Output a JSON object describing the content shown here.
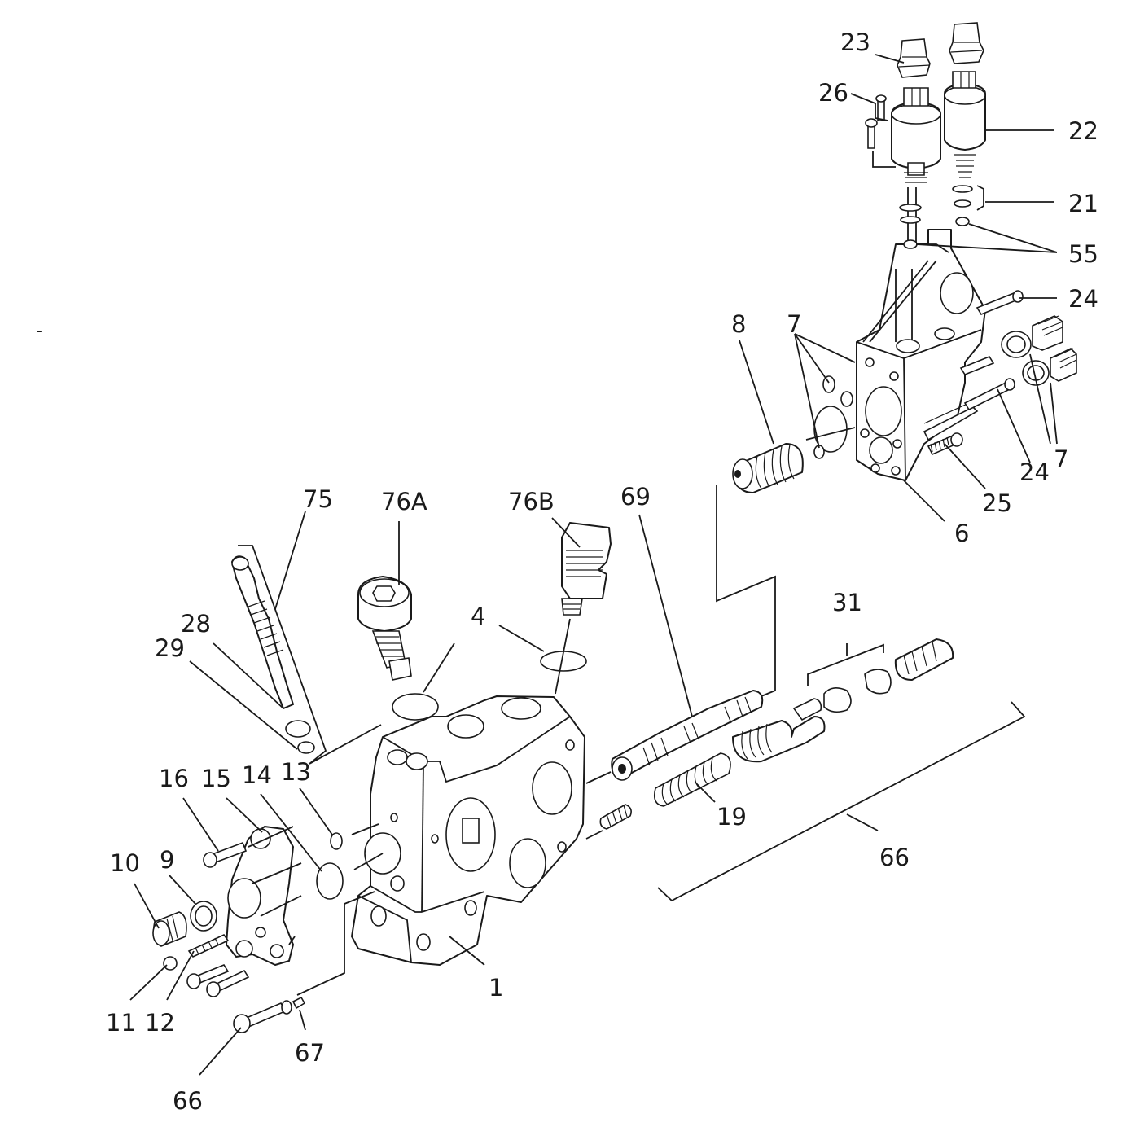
{
  "stray_mark": "-",
  "labels": {
    "l1": "1",
    "l4": "4",
    "l6": "6",
    "l7a": "7",
    "l7b": "7",
    "l8": "8",
    "l9": "9",
    "l10": "10",
    "l11": "11",
    "l12": "12",
    "l13": "13",
    "l14": "14",
    "l15": "15",
    "l16": "16",
    "l19": "19",
    "l21": "21",
    "l22": "22",
    "l23": "23",
    "l24a": "24",
    "l24b": "24",
    "l25": "25",
    "l26": "26",
    "l28": "28",
    "l29": "29",
    "l31": "31",
    "l55": "55",
    "l66a": "66",
    "l66b": "66",
    "l67": "67",
    "l69": "69",
    "l75": "75",
    "l76a": "76A",
    "l76b": "76B"
  }
}
